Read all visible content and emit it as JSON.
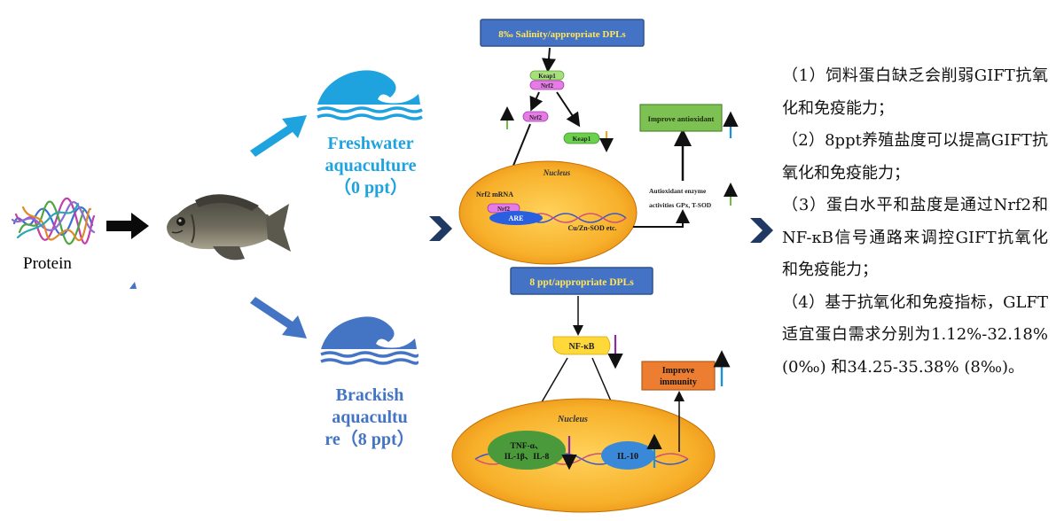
{
  "left": {
    "protein_label": "Protein"
  },
  "freshwater": {
    "line1": "Freshwater",
    "line2": "aquaculture",
    "line3": "（0 ppt）"
  },
  "brackish": {
    "line1": "Brackish",
    "line2": "aquacultu",
    "line3": "re（8 ppt）"
  },
  "top_pathway": {
    "header": "8‰ Salinity/appropriate DPLs",
    "keap1": "Keap1",
    "nrf2": "Nrf2",
    "nucleus": "Nucleus",
    "nrf2_mrna": "Nrf2 mRNA",
    "are": "ARE",
    "cuzn": "Cu/Zn-SOD etc.",
    "enzyme_line1": "Autioxidant enzyme",
    "enzyme_line2": "activities GPx, T-SOD",
    "improve": "Improve antioxidant"
  },
  "bottom_pathway": {
    "header": "8 ppt/appropriate DPLs",
    "nfkb": "NF-κB",
    "nucleus": "Nucleus",
    "tnf_line1": "TNF-α、",
    "tnf_line2": "IL-1β、IL-8",
    "il10": "IL-10",
    "improve_line1": "Improve",
    "improve_line2": "immunity"
  },
  "conclusions": {
    "c1": "（1）饲料蛋白缺乏会削弱GIFT抗氧化和免疫能力；",
    "c2": "（2）8ppt养殖盐度可以提高GIFT抗氧化和免疫能力；",
    "c3": "（3）蛋白水平和盐度是通过Nrf2和NF-κB信号通路来调控GIFT抗氧化和免疫能力；",
    "c4": "（4）基于抗氧化和免疫指标，GLFT适宜蛋白需求分别为1.12%-32.18% (0‰) 和34.25-35.38% (8‰)。"
  },
  "colors": {
    "freshwater_blue": "#1ea3de",
    "brackish_blue": "#4474c4",
    "nucleus_orange": "#f5a623",
    "header_box": "#4472c4",
    "antioxidant_green": "#7dc152",
    "immunity_orange": "#ed7d31",
    "purple_arrow": "#8b2aa2",
    "green_arrow": "#70c040",
    "blue_arrow": "#1e90d6"
  },
  "icons": [
    "protein-structure-icon",
    "tilapia-fish-icon",
    "freshwater-wave-icon",
    "brackish-wave-icon",
    "chevron-right-icon"
  ]
}
